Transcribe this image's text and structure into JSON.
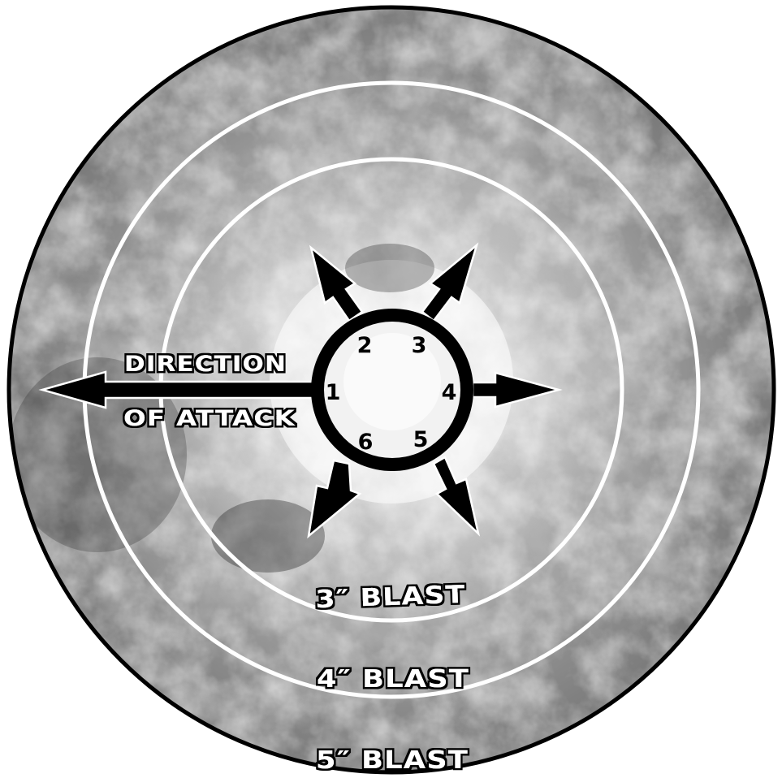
{
  "template": {
    "direction_label_line1": "DIRECTION",
    "direction_label_line2": "OF ATTACK",
    "scatter_numbers": [
      "1",
      "2",
      "3",
      "4",
      "5",
      "6"
    ],
    "blast_labels": [
      "3″ BLAST",
      "4″ BLAST",
      "5″ BLAST"
    ]
  },
  "colors": {
    "ring": "#ffffff",
    "outline": "#000000",
    "center_fill": "#f2f2f2",
    "smoke_dark": "#3a3a3a",
    "smoke_light": "#d8d8d8"
  },
  "icons": {
    "arrows": "scatter-arrow-icon",
    "smoke": "smoke-texture"
  }
}
